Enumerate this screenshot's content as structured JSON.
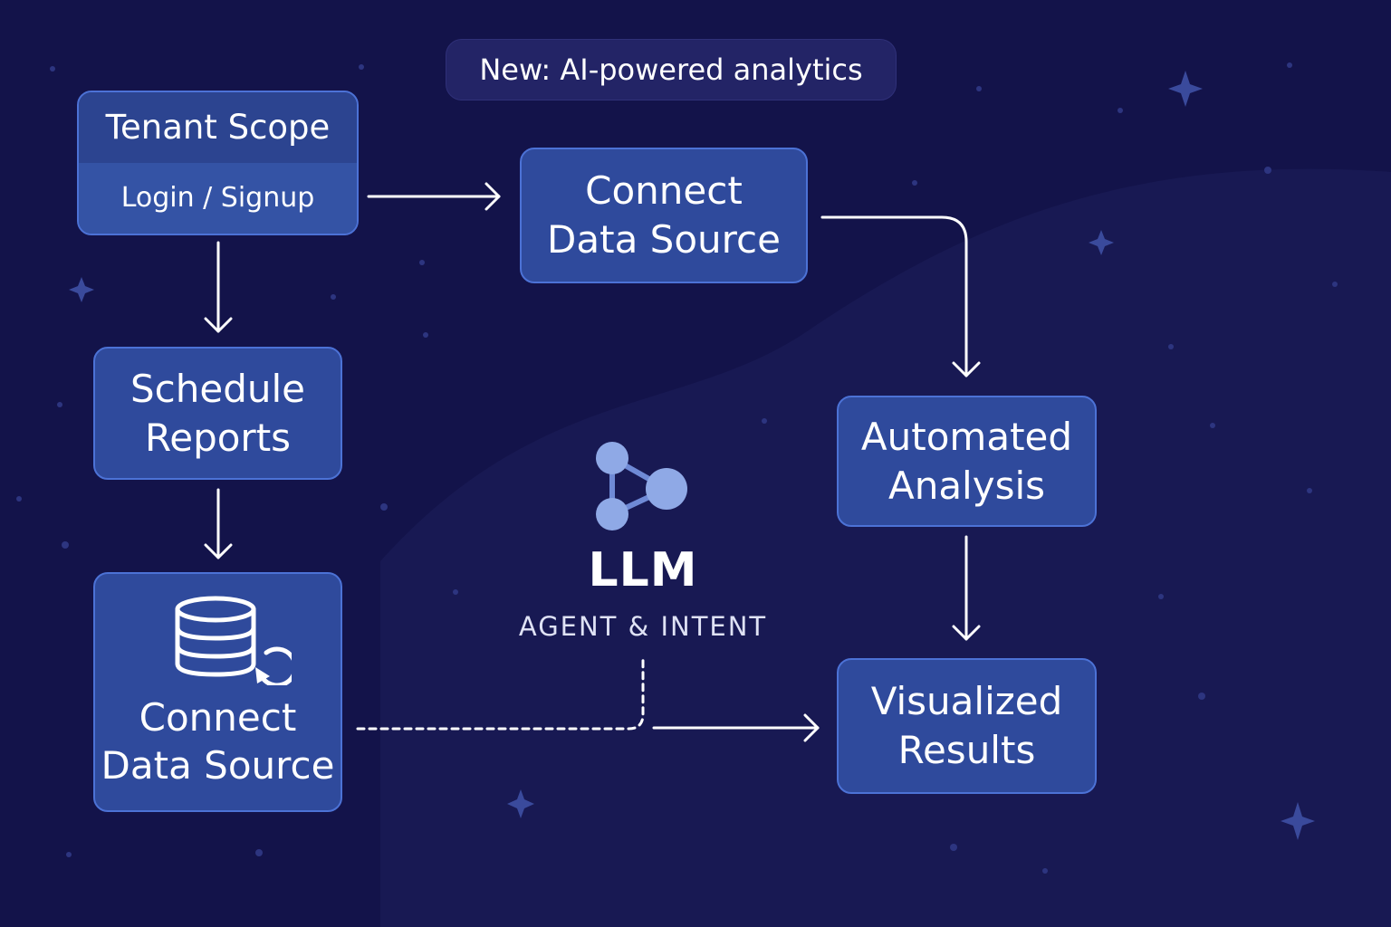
{
  "banner": {
    "text": "New: AI-powered analytics"
  },
  "nodes": {
    "tenant_scope": {
      "title": "Tenant Scope",
      "subtitle": "Login / Signup"
    },
    "connect_data_source_top": {
      "line1": "Connect",
      "line2": "Data Source"
    },
    "schedule_reports": {
      "line1": "Schedule",
      "line2": "Reports"
    },
    "connect_data_source_bottom": {
      "line1": "Connect",
      "line2": "Data Source",
      "icon": "database-sync-icon"
    },
    "automated_analysis": {
      "line1": "Automated",
      "line2": "Analysis"
    },
    "visualized_results": {
      "line1": "Visualized",
      "line2": "Results"
    }
  },
  "llm": {
    "title": "LLM",
    "subtitle": "AGENT & INTENT",
    "icon": "network-nodes-icon"
  },
  "edges": [
    {
      "from": "tenant_scope",
      "to": "connect_data_source_top",
      "style": "solid"
    },
    {
      "from": "tenant_scope",
      "to": "schedule_reports",
      "style": "solid"
    },
    {
      "from": "schedule_reports",
      "to": "connect_data_source_bottom",
      "style": "solid"
    },
    {
      "from": "connect_data_source_top",
      "to": "automated_analysis",
      "style": "solid"
    },
    {
      "from": "automated_analysis",
      "to": "visualized_results",
      "style": "solid"
    },
    {
      "from": "connect_data_source_bottom",
      "to": "visualized_results",
      "style": "dashed",
      "via": "llm"
    }
  ],
  "colors": {
    "background": "#13134a",
    "node_fill": "#2f4a9c",
    "node_border": "#4c72d6",
    "connector": "#ffffff",
    "llm_icon": "#8fa9e6",
    "sparkle": "#3a4a9c"
  }
}
